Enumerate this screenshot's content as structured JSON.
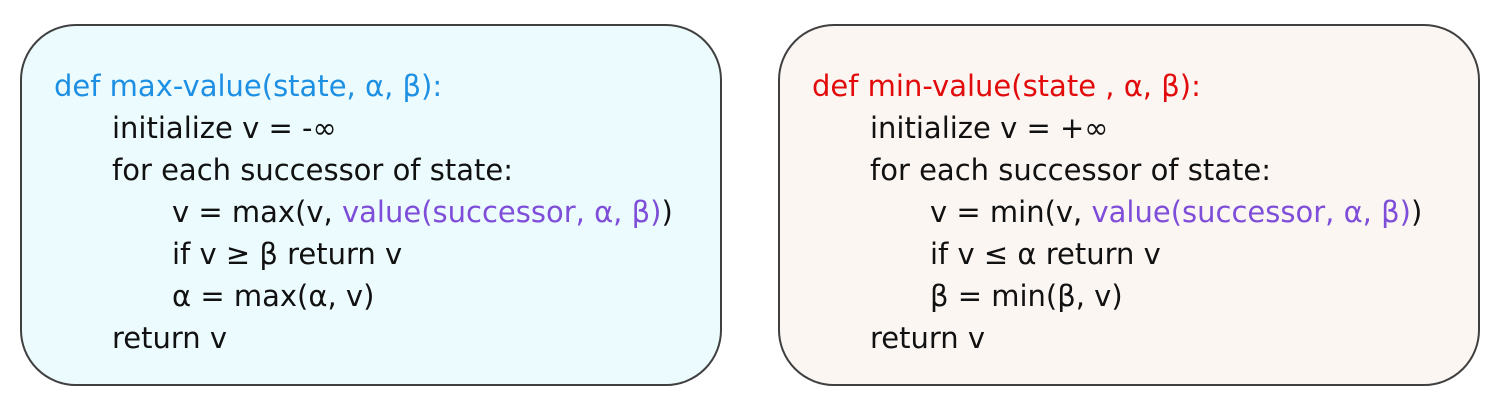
{
  "panels": {
    "max": {
      "header": "def max-value(state, α, β):",
      "init": "initialize v = -∞",
      "loop": "for each successor of state:",
      "update_prefix": "v = max(v, ",
      "update_call": "value(successor, α, β)",
      "update_suffix": ")",
      "prune": "if v ≥ β return v",
      "bound_update": "α = max(α, v)",
      "return": "return v"
    },
    "min": {
      "header": "def min-value(state , α, β):",
      "init": "initialize v = +∞",
      "loop": "for each successor of state:",
      "update_prefix": "v = min(v, ",
      "update_call": "value(successor, α, β)",
      "update_suffix": ")",
      "prune": "if v ≤ α return v",
      "bound_update": "β = min(β, v)",
      "return": "return v"
    }
  },
  "colors": {
    "max_header": "#1e90e4",
    "min_header": "#e20b0b",
    "recursive_call": "#7e4ed8",
    "max_panel_bg": "#ecfbfd",
    "min_panel_bg": "#fcf6f3",
    "panel_border": "#404040",
    "text": "#111111"
  }
}
